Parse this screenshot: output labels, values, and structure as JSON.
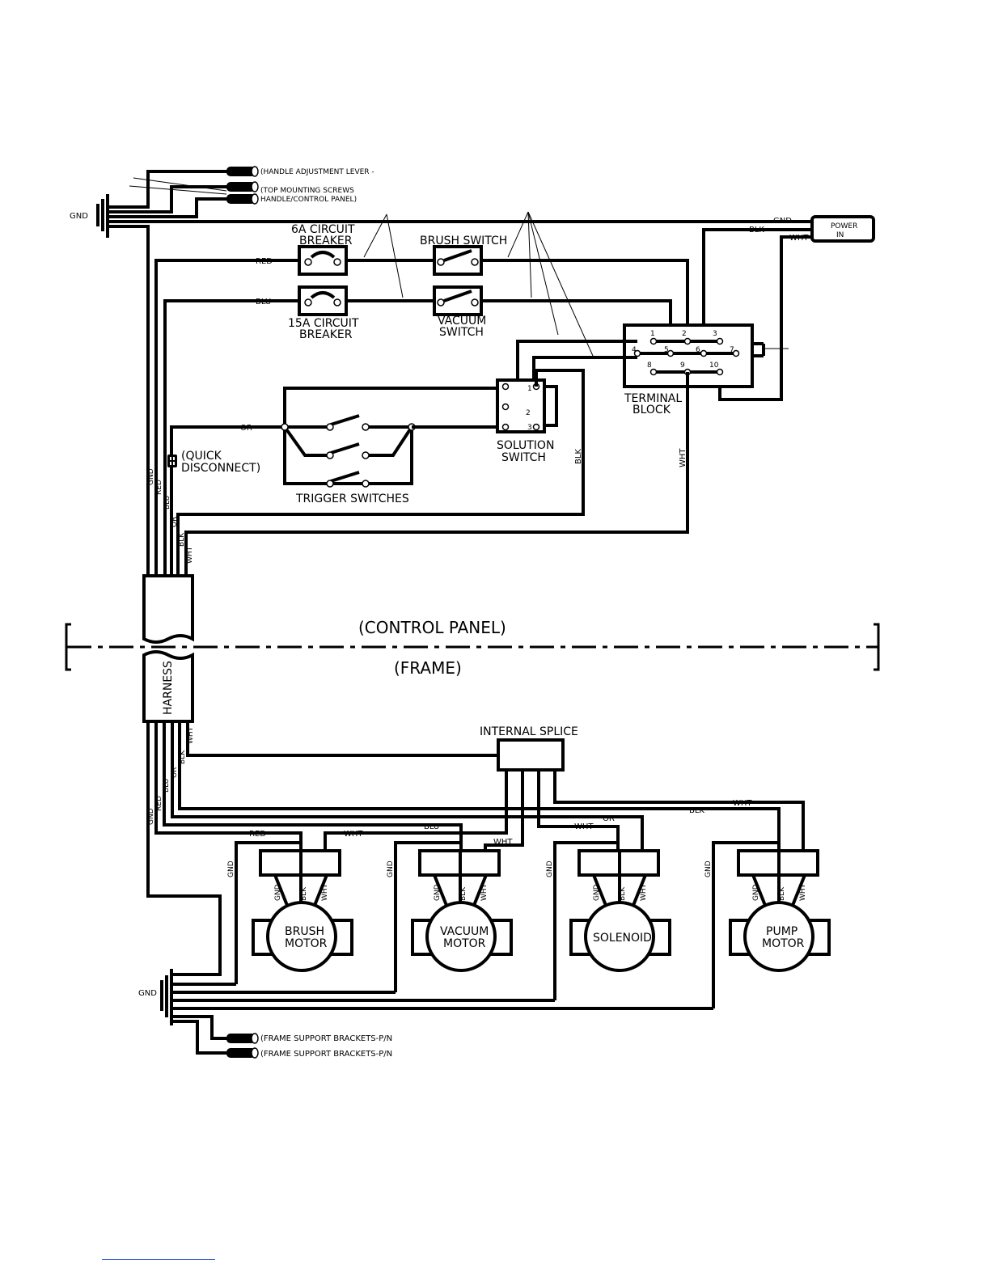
{
  "labels": {
    "handle_adjustment": "(HANDLE ADJUSTMENT LEVER -",
    "top_mounting": "(TOP MOUNTING SCREWS",
    "handle_control_panel": "HANDLE/CONTROL PANEL)",
    "gnd": "GND",
    "blk": "BLK",
    "wht": "WHT",
    "red": "RED",
    "blu": "BLU",
    "or": "OR",
    "power_in_1": "POWER",
    "power_in_2": "IN",
    "cb6a_1": "6A CIRCUIT",
    "cb6a_2": "BREAKER",
    "cb15a_1": "15A CIRCUIT",
    "cb15a_2": "BREAKER",
    "brush_switch": "BRUSH SWITCH",
    "vacuum_switch_1": "VACUUM",
    "vacuum_switch_2": "SWITCH",
    "terminal_block_1": "TERMINAL",
    "terminal_block_2": "BLOCK",
    "solution_switch_1": "SOLUTION",
    "solution_switch_2": "SWITCH",
    "quick_disconnect_1": "(QUICK",
    "quick_disconnect_2": "DISCONNECT)",
    "trigger_switches": "TRIGGER SWITCHES",
    "control_panel": "(CONTROL PANEL)",
    "frame": "(FRAME)",
    "harness": "HARNESS",
    "internal_splice": "INTERNAL SPLICE",
    "brush_motor_1": "BRUSH",
    "brush_motor_2": "MOTOR",
    "vacuum_motor_1": "VACUUM",
    "vacuum_motor_2": "MOTOR",
    "solenoid": "SOLENOID",
    "pump_motor_1": "PUMP",
    "pump_motor_2": "MOTOR",
    "frame_support_1": "(FRAME SUPPORT BRACKETS-P/N",
    "frame_support_2": "(FRAME SUPPORT BRACKETS-P/N"
  },
  "terminal_numbers": [
    "1",
    "2",
    "3",
    "4",
    "5",
    "6",
    "7",
    "8",
    "9",
    "10"
  ],
  "solution_numbers": [
    "1",
    "2",
    "3"
  ]
}
